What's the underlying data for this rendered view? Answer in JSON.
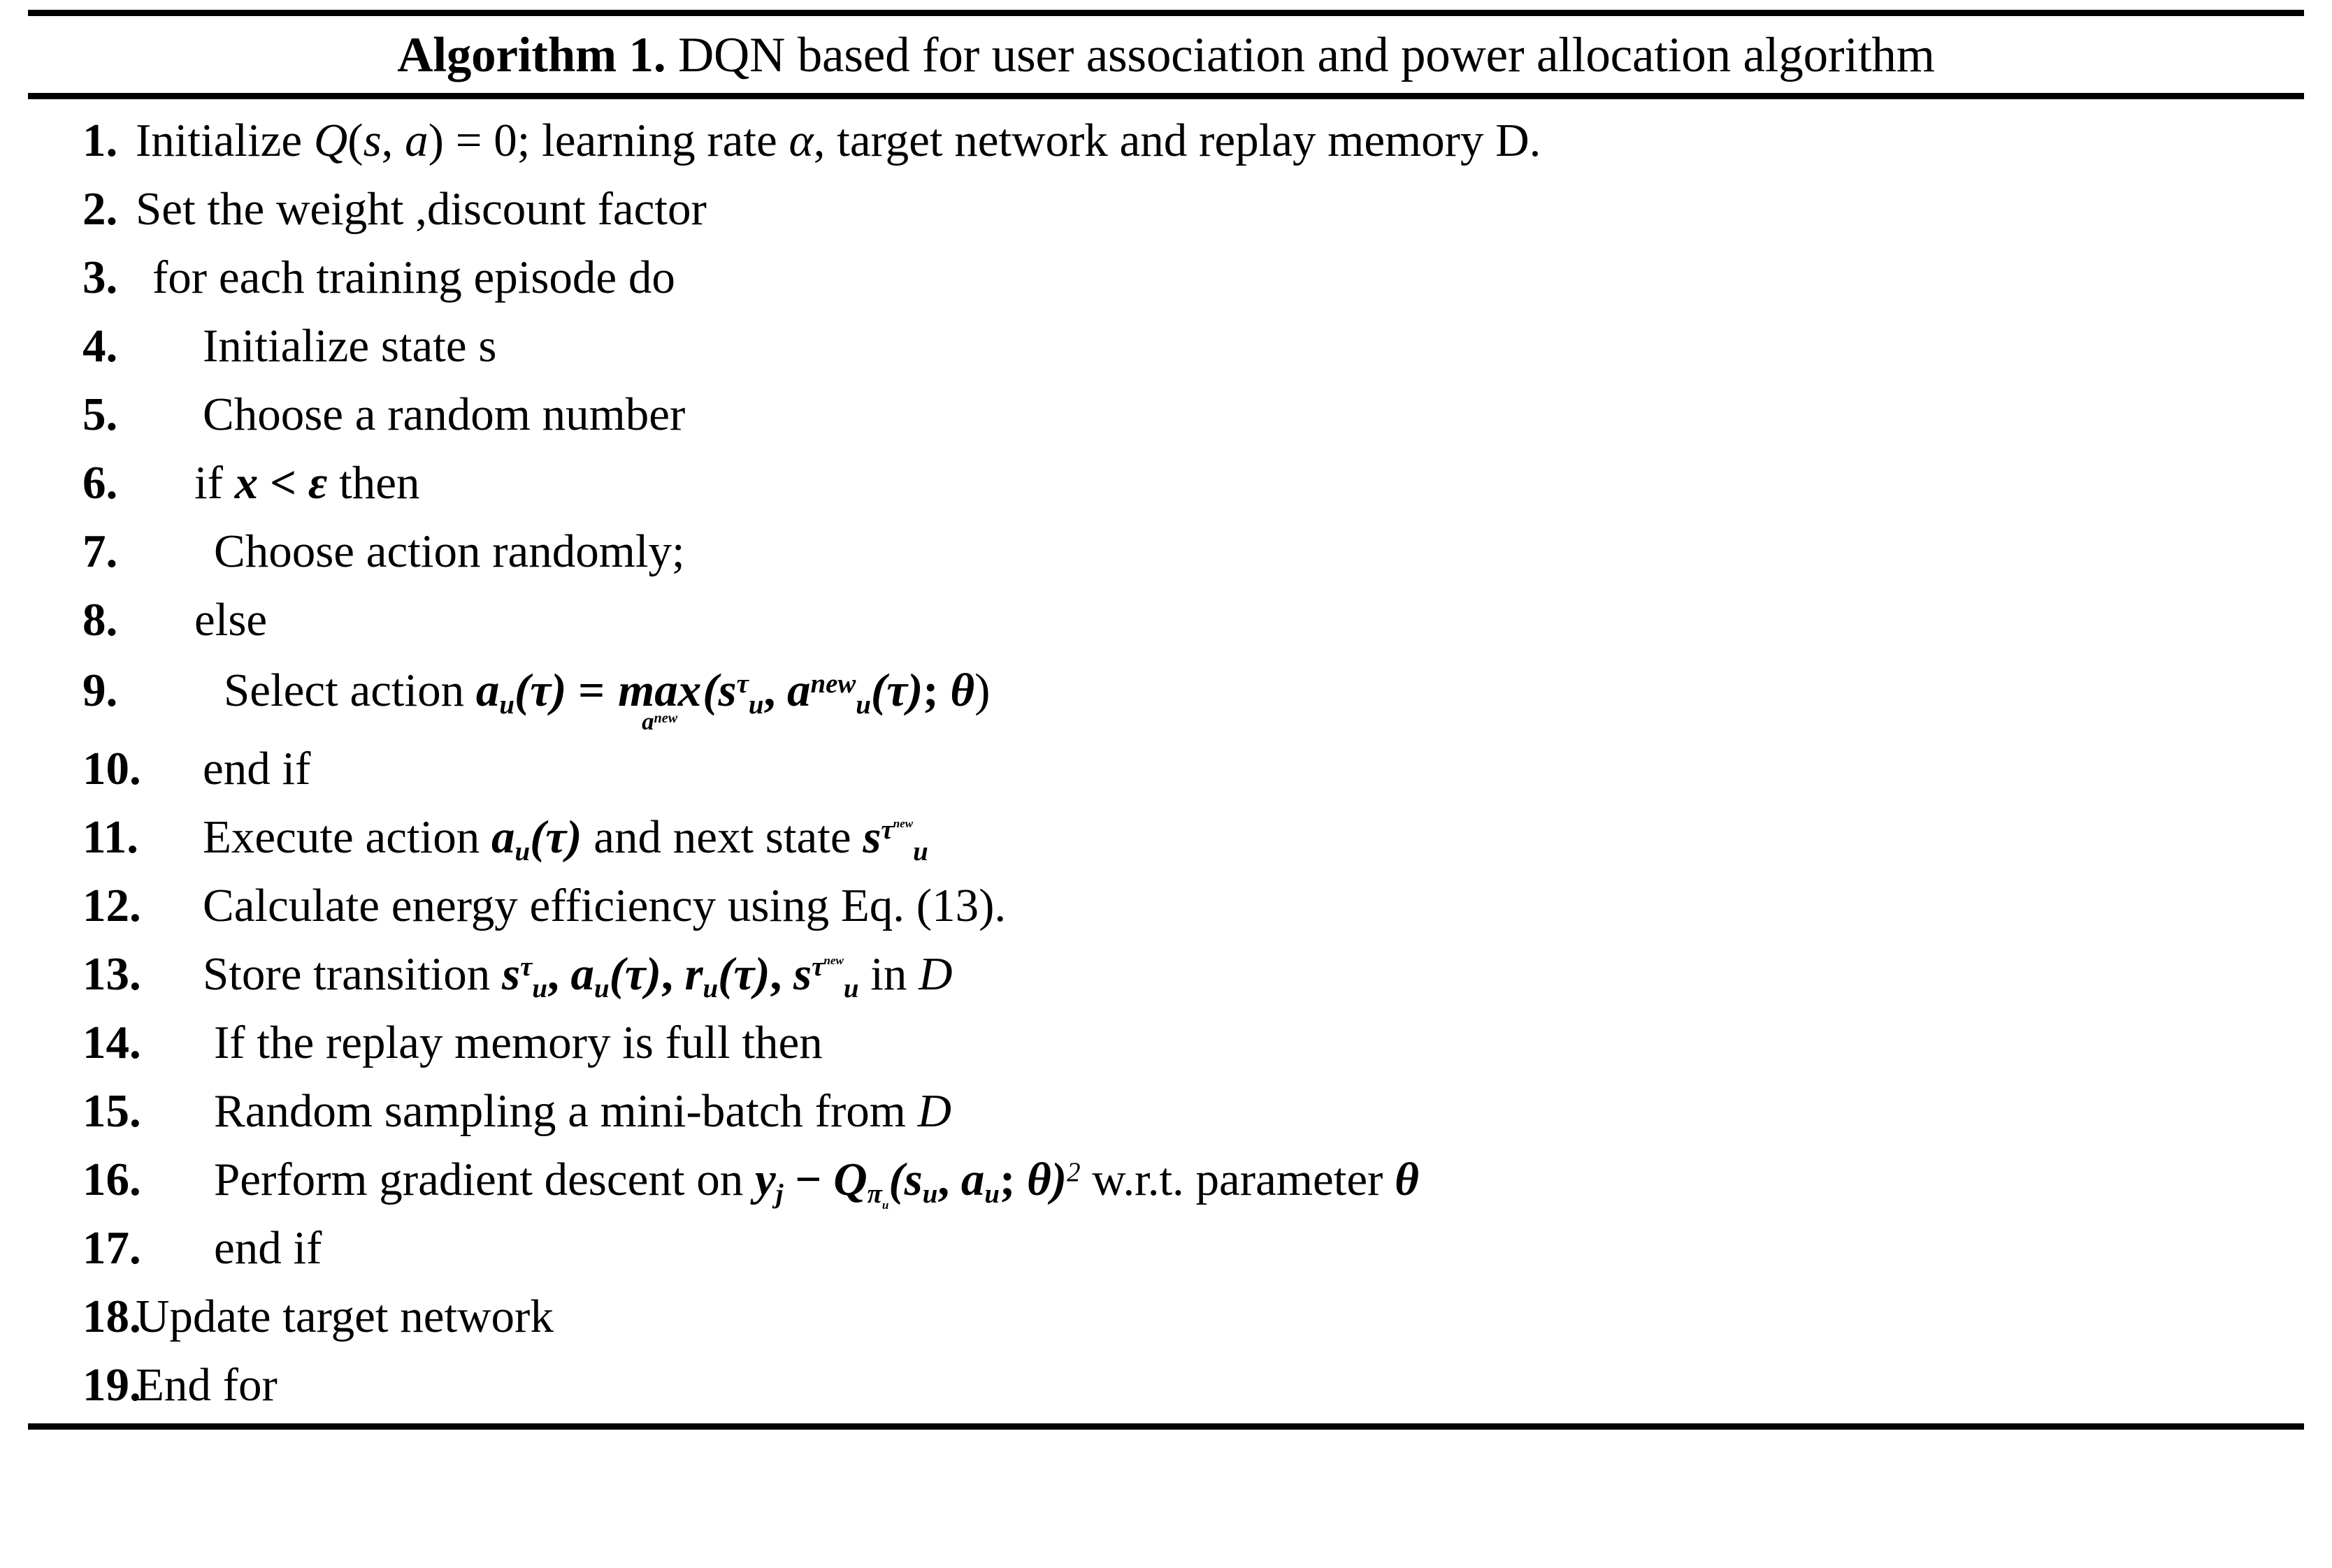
{
  "title": {
    "bold_prefix": "Algorithm 1.",
    "rest": " DQN based for user association and power allocation algorithm"
  },
  "steps": [
    {
      "num": "1.",
      "indent": 0,
      "text": "Initialize Q(s, a) = 0; learning rate α, target network and replay memory D."
    },
    {
      "num": "2.",
      "indent": 0,
      "text": "Set the weight ,discount factor"
    },
    {
      "num": "3.",
      "indent": 1,
      "text": "for each training episode do"
    },
    {
      "num": "4.",
      "indent": 2,
      "text": "Initialize state s"
    },
    {
      "num": "5.",
      "indent": 2,
      "text": "Choose a random number"
    },
    {
      "num": "6.",
      "indent": 2,
      "text": "if x < ε then"
    },
    {
      "num": "7.",
      "indent": 3,
      "text": "Choose action randomly;"
    },
    {
      "num": "8.",
      "indent": 4,
      "text": "else"
    },
    {
      "num": "9.",
      "indent": 5,
      "text": "Select action a_u(τ) = max over a^new of (s_u^τ, a_u^new(τ); θ)"
    },
    {
      "num": "10.",
      "indent": 2,
      "text": "end if"
    },
    {
      "num": "11.",
      "indent": 2,
      "text": "Execute action a_u(τ)  and next state s_u^{τ^new}"
    },
    {
      "num": "12.",
      "indent": 2,
      "text": "Calculate energy efficiency using Eq. (13)."
    },
    {
      "num": "13.",
      "indent": 2,
      "text": "Store transition s_u^τ, a_u(τ), r_u(τ), s_u^{τ^new} in D"
    },
    {
      "num": "14.",
      "indent": 3,
      "text": "If the replay memory is full then"
    },
    {
      "num": "15.",
      "indent": 3,
      "text": "Random sampling a mini-batch from D"
    },
    {
      "num": "16.",
      "indent": 3,
      "text": "Perform gradient descent on y_j − Q_{π_u}(s_u, a_u; θ)²  w.r.t. parameter θ"
    },
    {
      "num": "17.",
      "indent": 3,
      "text": "end if"
    },
    {
      "num": "18.",
      "indent": 0,
      "text": "Update target network"
    },
    {
      "num": "19.",
      "indent": 0,
      "text": "End for"
    }
  ],
  "fragments": {
    "s1_a": "Initialize ",
    "s1_Q": "Q",
    "s1_paren_open": "(",
    "s1_s": "s",
    "s1_comma": ", ",
    "s1_av": "a",
    "s1_paren_close": ")",
    "s1_eq": " = 0; learning rate ",
    "s1_alpha": "α",
    "s1_tail": ", target network and replay memory D.",
    "s2": "Set the weight ,discount factor",
    "s3": "for each training episode do",
    "s4": "Initialize state s",
    "s5": "Choose a random number",
    "s6_if": "if  ",
    "s6_x": "x",
    "s6_lt": " < ",
    "s6_eps": "ε",
    "s6_then": " then",
    "s7": "Choose action randomly;",
    "s8": "else",
    "s9_lead": "Select action  ",
    "s9_a": "a",
    "s9_u1": "u",
    "s9_tau1": "(τ)",
    "s9_eq": " = ",
    "s9_max": "max",
    "s9_anew": "a",
    "s9_anew_sup": "new",
    "s9_open": "(",
    "s9_s": "s",
    "s9_s_sub": "u",
    "s9_s_sup": "τ",
    "s9_comma": ", ",
    "s9_a2": "a",
    "s9_a2_sub": "u",
    "s9_a2_sup": "new",
    "s9_tau2": "(τ)",
    "s9_semi": "; ",
    "s9_theta": "θ",
    "s9_close": ")",
    "s10": "end if",
    "s11_lead": "Execute action  ",
    "s11_a": "a",
    "s11_a_sub": "u",
    "s11_tau": "(τ)",
    "s11_mid": "  and next state  ",
    "s11_s": "s",
    "s11_s_sub": "u",
    "s11_s_sup": "τ",
    "s11_s_sup2": "new",
    "s12": "Calculate energy efficiency using Eq. (13).",
    "s13_lead": "Store transition  ",
    "s13_s1": "s",
    "s13_s1_sub": "u",
    "s13_s1_sup": "τ",
    "s13_c1": ", ",
    "s13_a": "a",
    "s13_a_sub": "u",
    "s13_a_tau": "(τ)",
    "s13_c2": ", ",
    "s13_r": "r",
    "s13_r_sub": "u",
    "s13_r_tau": "(τ)",
    "s13_c3": ", ",
    "s13_s2": "s",
    "s13_s2_sub": "u",
    "s13_s2_sup": "τ",
    "s13_s2_sup2": "new",
    "s13_in": " in ",
    "s13_D": "D",
    "s14": "If the replay memory is full then",
    "s15_lead": "Random sampling a mini-batch from ",
    "s15_D": "D",
    "s16_lead": "Perform gradient descent on  ",
    "s16_y": "y",
    "s16_y_sub": "j",
    "s16_minus": " − ",
    "s16_Q": "Q",
    "s16_pi": "π",
    "s16_pi_sub": "u",
    "s16_open": "(",
    "s16_s": "s",
    "s16_s_sub": "u",
    "s16_c1": ", ",
    "s16_a": "a",
    "s16_a_sub": "u",
    "s16_semi": "; ",
    "s16_theta": "θ",
    "s16_close": ")",
    "s16_sq": "2",
    "s16_wrt": "  w.r.t. parameter  ",
    "s16_theta2": "θ",
    "s17": "end if",
    "s18": "Update target network",
    "s19": "End for"
  }
}
